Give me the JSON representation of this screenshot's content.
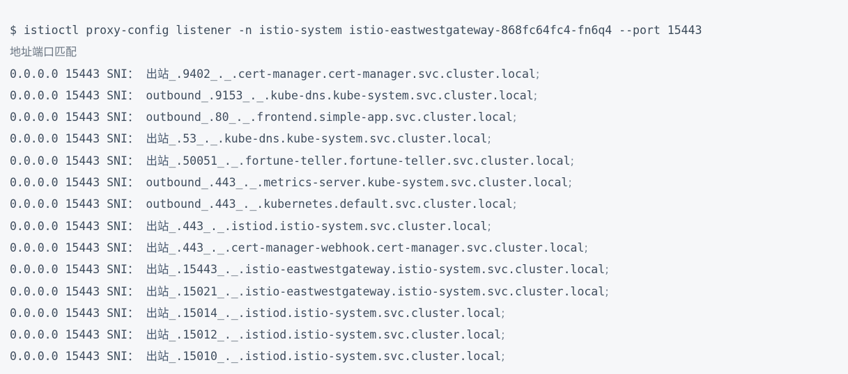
{
  "terminal": {
    "prompt": "$",
    "command": "istioctl proxy-config listener -n istio-system istio-eastwestgateway-868fc64fc4-fn6q4 --port 15443",
    "command_full": "$ istioctl proxy-config listener -n istio-system istio-eastwestgateway-868fc64fc4-fn6q4 --port 15443",
    "header": "地址端口匹配",
    "sni_label": "SNI",
    "sni_separator": "：",
    "line_terminator": ";",
    "background_color": "#f6f7f9",
    "text_color": "#3f4d5e"
  },
  "listeners": [
    {
      "address": "0.0.0.0",
      "port": "15443",
      "direction": "出站",
      "direction_lang": "cjk",
      "sni": "_.9402_._.cert-manager.cert-manager.svc.cluster.local"
    },
    {
      "address": "0.0.0.0",
      "port": "15443",
      "direction": "outbound",
      "direction_lang": "en",
      "sni": "_.9153_._.kube-dns.kube-system.svc.cluster.local"
    },
    {
      "address": "0.0.0.0",
      "port": "15443",
      "direction": "outbound",
      "direction_lang": "en",
      "sni": "_.80_._.frontend.simple-app.svc.cluster.local"
    },
    {
      "address": "0.0.0.0",
      "port": "15443",
      "direction": "出站",
      "direction_lang": "cjk",
      "sni": "_.53_._.kube-dns.kube-system.svc.cluster.local"
    },
    {
      "address": "0.0.0.0",
      "port": "15443",
      "direction": "出站",
      "direction_lang": "cjk",
      "sni": "_.50051_._.fortune-teller.fortune-teller.svc.cluster.local"
    },
    {
      "address": "0.0.0.0",
      "port": "15443",
      "direction": "outbound",
      "direction_lang": "en",
      "sni": "_.443_._.metrics-server.kube-system.svc.cluster.local"
    },
    {
      "address": "0.0.0.0",
      "port": "15443",
      "direction": "outbound",
      "direction_lang": "en",
      "sni": "_.443_._.kubernetes.default.svc.cluster.local"
    },
    {
      "address": "0.0.0.0",
      "port": "15443",
      "direction": "出站",
      "direction_lang": "cjk",
      "sni": "_.443_._.istiod.istio-system.svc.cluster.local"
    },
    {
      "address": "0.0.0.0",
      "port": "15443",
      "direction": "出站",
      "direction_lang": "cjk",
      "sni": "_.443_._.cert-manager-webhook.cert-manager.svc.cluster.local"
    },
    {
      "address": "0.0.0.0",
      "port": "15443",
      "direction": "出站",
      "direction_lang": "cjk",
      "sni": "_.15443_._.istio-eastwestgateway.istio-system.svc.cluster.local"
    },
    {
      "address": "0.0.0.0",
      "port": "15443",
      "direction": "出站",
      "direction_lang": "cjk",
      "sni": "_.15021_._.istio-eastwestgateway.istio-system.svc.cluster.local"
    },
    {
      "address": "0.0.0.0",
      "port": "15443",
      "direction": "出站",
      "direction_lang": "cjk",
      "sni": "_.15014_._.istiod.istio-system.svc.cluster.local"
    },
    {
      "address": "0.0.0.0",
      "port": "15443",
      "direction": "出站",
      "direction_lang": "cjk",
      "sni": "_.15012_._.istiod.istio-system.svc.cluster.local"
    },
    {
      "address": "0.0.0.0",
      "port": "15443",
      "direction": "出站",
      "direction_lang": "cjk",
      "sni": "_.15010_._.istiod.istio-system.svc.cluster.local"
    }
  ]
}
